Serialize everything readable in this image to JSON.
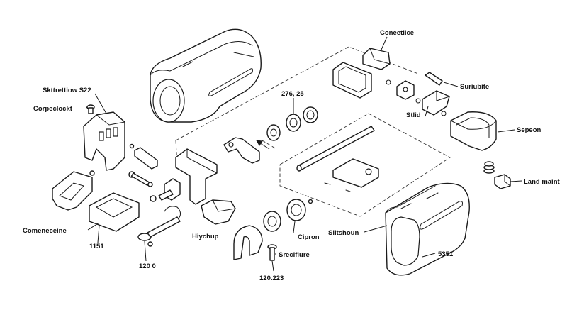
{
  "labels": {
    "skttrettiow": "Skttrettiow S22",
    "corpeclockt": "Corpeclockt",
    "comeneceine": "Comeneceine",
    "n1151": "1151",
    "n1200": "120 0",
    "hiychup": "Hiychup",
    "n276_25": "276, 25",
    "coneetiice": "Coneetiice",
    "suriubite": "Suriubite",
    "stlid": "Stlid",
    "sepeon": "Sepeon",
    "land_maint": "Land maint",
    "siltshoun": "Siltshoun",
    "cipron": "Cipron",
    "srecifiure": "Srecifiure",
    "n120_223": "120.223",
    "n5351": "5351"
  }
}
